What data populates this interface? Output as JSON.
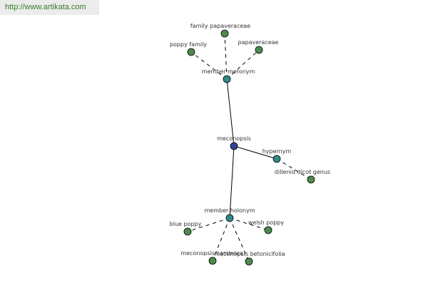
{
  "site_url": "http://www.artikata.com",
  "colors": {
    "center_node": "#33438f",
    "relation_node": "#2f8a8a",
    "term_node": "#4f8a4f",
    "node_stroke": "#000000"
  },
  "graph": {
    "center": "meconopsis",
    "relations": [
      {
        "label": "member meronym",
        "terms": [
          "family papaveraceae",
          "poppy family",
          "papaveraceae"
        ]
      },
      {
        "label": "hypernym",
        "terms": [
          "dillenid dicot genus"
        ]
      },
      {
        "label": "member holonym",
        "terms": [
          "blue poppy",
          "welsh poppy",
          "meconopsis cambrica",
          "meconopsis betonicifolia"
        ]
      }
    ]
  }
}
